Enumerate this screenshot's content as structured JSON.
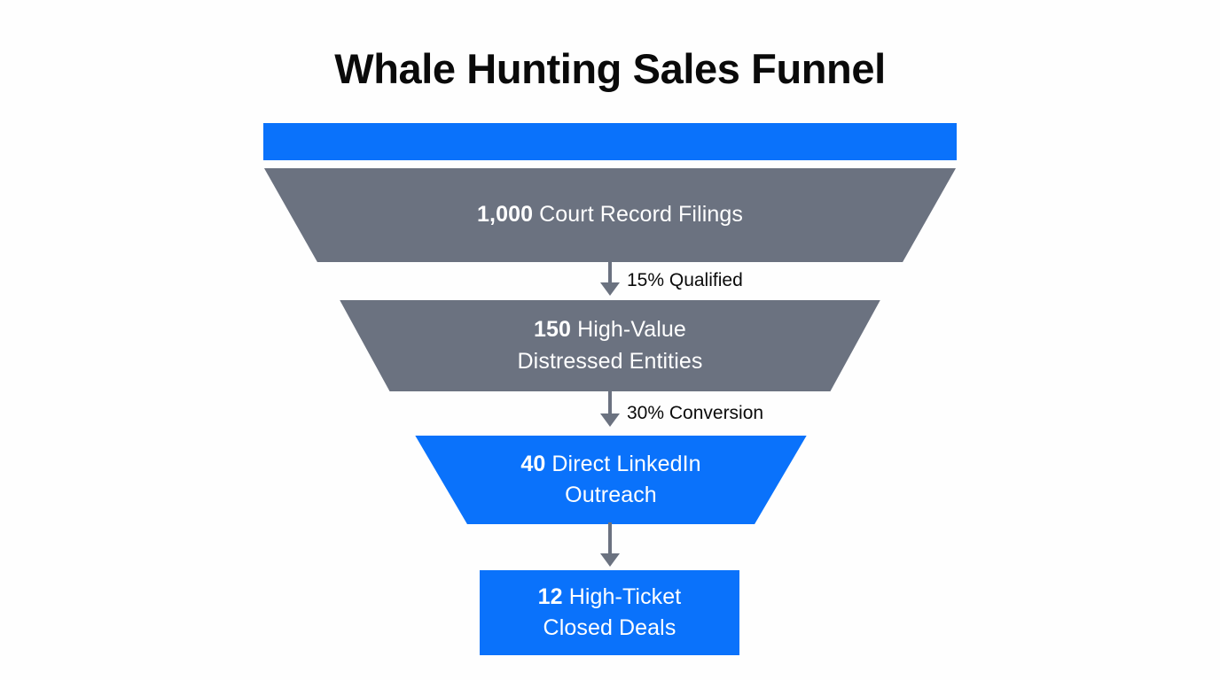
{
  "title": "Whale Hunting Sales Funnel",
  "colors": {
    "accent_blue": "#0a72fb",
    "stage_gray": "#6b7280",
    "background": "#fefefe",
    "title_text": "#0a0a0a",
    "stage_text": "#ffffff",
    "connector": "#6b7280"
  },
  "chart_data": {
    "type": "funnel",
    "title": "Whale Hunting Sales Funnel",
    "xlabel": "",
    "ylabel": "",
    "categories": [
      "Court Record Filings",
      "High-Value Distressed Entities",
      "Direct LinkedIn Outreach",
      "High-Ticket Closed Deals"
    ],
    "values": [
      1000,
      150,
      40,
      12
    ],
    "value_labels": [
      "1,000",
      "150",
      "40",
      "12"
    ],
    "stage_colors": [
      "#6b7280",
      "#6b7280",
      "#0a72fb",
      "#0a72fb"
    ],
    "transitions": [
      {
        "from": "Court Record Filings",
        "to": "High-Value Distressed Entities",
        "label": "15% Qualified",
        "rate": 0.15
      },
      {
        "from": "High-Value Distressed Entities",
        "to": "Direct LinkedIn Outreach",
        "label": "30% Conversion",
        "rate": 0.3
      },
      {
        "from": "Direct LinkedIn Outreach",
        "to": "High-Ticket Closed Deals",
        "label": "",
        "rate": 0.3
      }
    ],
    "legend": [],
    "grid": false
  },
  "funnel": {
    "cap": {
      "label": ""
    },
    "stages": [
      {
        "value": "1,000",
        "text": " Court Record Filings",
        "line1": "1,000 Court Record Filings",
        "line2": ""
      },
      {
        "value": "150",
        "text": " High-Value",
        "line1": "150 High-Value",
        "line2": "Distressed Entities"
      },
      {
        "value": "40",
        "text": " Direct LinkedIn",
        "line1": "40 Direct LinkedIn",
        "line2": "Outreach"
      },
      {
        "value": "12",
        "text": " High-Ticket",
        "line1": "12 High-Ticket",
        "line2": "Closed Deals"
      }
    ],
    "connectors": [
      {
        "label": "15% Qualified"
      },
      {
        "label": "30% Conversion"
      },
      {
        "label": ""
      }
    ]
  }
}
